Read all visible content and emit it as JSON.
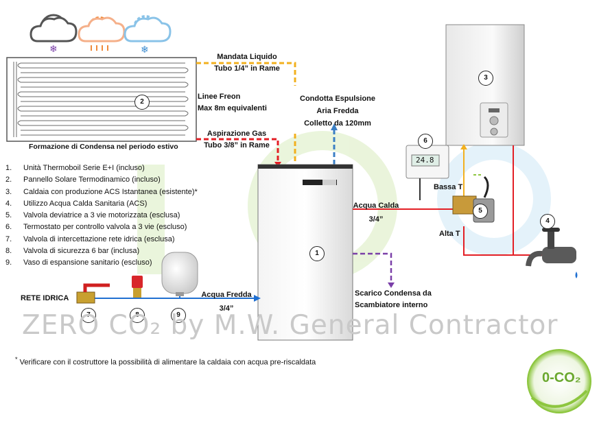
{
  "labels": {
    "condensa": "Formazione di Condensa nel periodo estivo",
    "mandata": "Mandata Liquido",
    "tubo14": "Tubo 1/4” in Rame",
    "linee_freon": "Linee Freon",
    "max8m": "Max 8m equivalenti",
    "aspirazione": "Aspirazione Gas",
    "tubo38": "Tubo 3/8” in Rame",
    "condotta1": "Condotta Espulsione",
    "condotta2": "Aria Fredda",
    "condotta3": "Colletto da 120mm",
    "acqua_calda": "Acqua Calda",
    "tre_quarti_1": "3/4”",
    "acqua_fredda": "Acqua Fredda",
    "tre_quarti_2": "3/4”",
    "rete_idrica": "RETE IDRICA",
    "bassa_t": "Bassa T",
    "alta_t": "Alta T",
    "scarico1": "Scarico Condensa da",
    "scarico2": "Scambiatore interno",
    "thermostat_display": "24.8",
    "watermark": "ZERO CO₂ by M.W. General Contractor",
    "logo_text": "0-CO₂",
    "footnote_star": "*",
    "footnote": "Verificare con il costruttore la possibilità di alimentare la caldaia con acqua pre-riscaldata"
  },
  "legend": [
    {
      "n": "1.",
      "text": "Unità Thermoboil Serie E+I (incluso)"
    },
    {
      "n": "2.",
      "text": "Pannello Solare Termodinamico (incluso)"
    },
    {
      "n": "3.",
      "text": "Caldaia con produzione ACS Istantanea (esistente)*"
    },
    {
      "n": "4.",
      "text": "Utilizzo Acqua Calda Sanitaria (ACS)"
    },
    {
      "n": "5.",
      "text": "Valvola deviatrice a 3 vie motorizzata (esclusa)"
    },
    {
      "n": "6.",
      "text": "Termostato per controllo valvola a 3 vie (escluso)"
    },
    {
      "n": "7.",
      "text": "Valvola di intercettazione rete idrica (esclusa)"
    },
    {
      "n": "8.",
      "text": "Valvola di sicurezza 6 bar (inclusa)"
    },
    {
      "n": "9.",
      "text": "Vaso di espansione sanitario (escluso)"
    }
  ],
  "badges": [
    "1",
    "2",
    "3",
    "4",
    "5",
    "6",
    "7",
    "8",
    "9"
  ],
  "colors": {
    "red": "#e31e24",
    "blue": "#1f6fd1",
    "yellow": "#f2b01e",
    "purple": "#7a3fa8",
    "green": "#8dc63f",
    "dashed_blue": "#3b7fc4"
  }
}
